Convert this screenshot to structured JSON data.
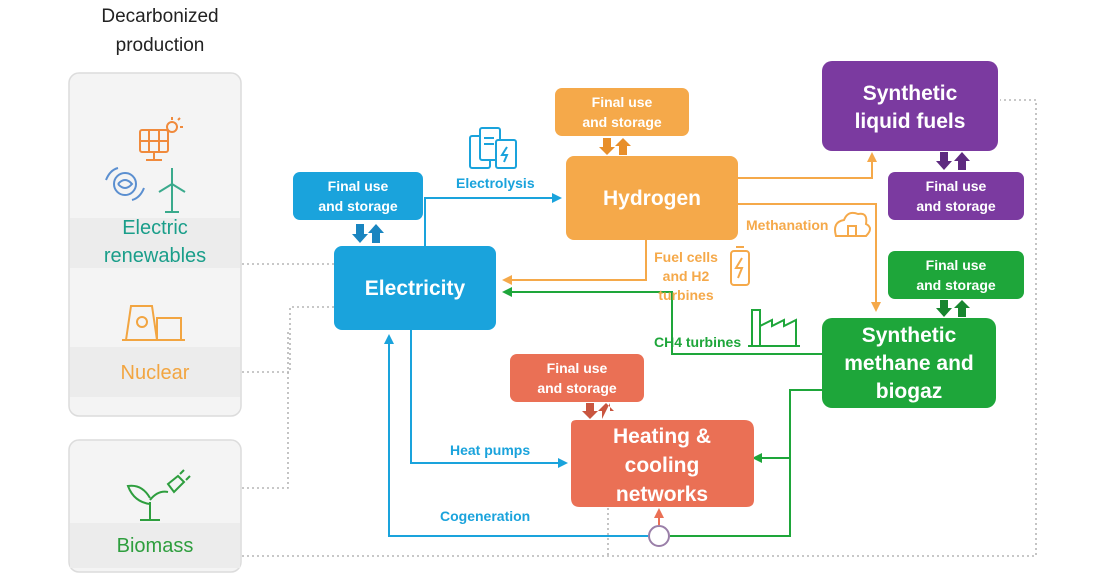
{
  "header": {
    "title_line1": "Decarbonized",
    "title_line2": "production"
  },
  "sources": {
    "renewables": {
      "line1": "Electric",
      "line2": "renewables",
      "color": "#1a9e8a"
    },
    "nuclear": {
      "label": "Nuclear",
      "color": "#f2a541"
    },
    "biomass": {
      "label": "Biomass",
      "color": "#2e9e3e"
    }
  },
  "nodes": {
    "electricity": {
      "label": "Electricity",
      "color": "#1aa3dc"
    },
    "hydrogen": {
      "label": "Hydrogen",
      "color": "#f5a94a"
    },
    "liquid_fuels": {
      "line1": "Synthetic",
      "line2": "liquid fuels",
      "color": "#7b3aa0"
    },
    "methane": {
      "line1": "Synthetic",
      "line2": "methane and",
      "line3": "biogaz",
      "color": "#1ea63a"
    },
    "heating": {
      "line1": "Heating &",
      "line2": "cooling",
      "line3": "networks",
      "color": "#ea7055"
    }
  },
  "final_use": {
    "line1": "Final use",
    "line2": "and storage"
  },
  "flows": {
    "electrolysis": "Electrolysis",
    "methanation": "Methanation",
    "fuel_cells_1": "Fuel cells",
    "fuel_cells_2": "and H2",
    "fuel_cells_3": "turbines",
    "ch4_turbines": "CH4 turbines",
    "heat_pumps": "Heat pumps",
    "cogeneration": "Cogeneration"
  }
}
